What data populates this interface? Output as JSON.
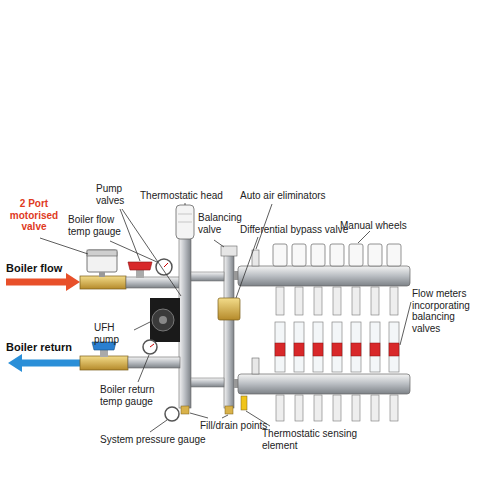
{
  "diagram": {
    "labels": [
      "Pump valves",
      "Thermostatic head",
      "Auto air eliminators",
      "2 Port motorised valve",
      "Boiler flow temp gauge",
      "Balancing valve",
      "Differential bypass valve",
      "Manual wheels",
      "Boiler flow",
      "Flow meters incorporating balancing valves",
      "UFH pump",
      "Boiler return",
      "Boiler return temp gauge",
      "Fill/drain points",
      "Thermostatic sensing element",
      "System pressure gauge"
    ]
  }
}
